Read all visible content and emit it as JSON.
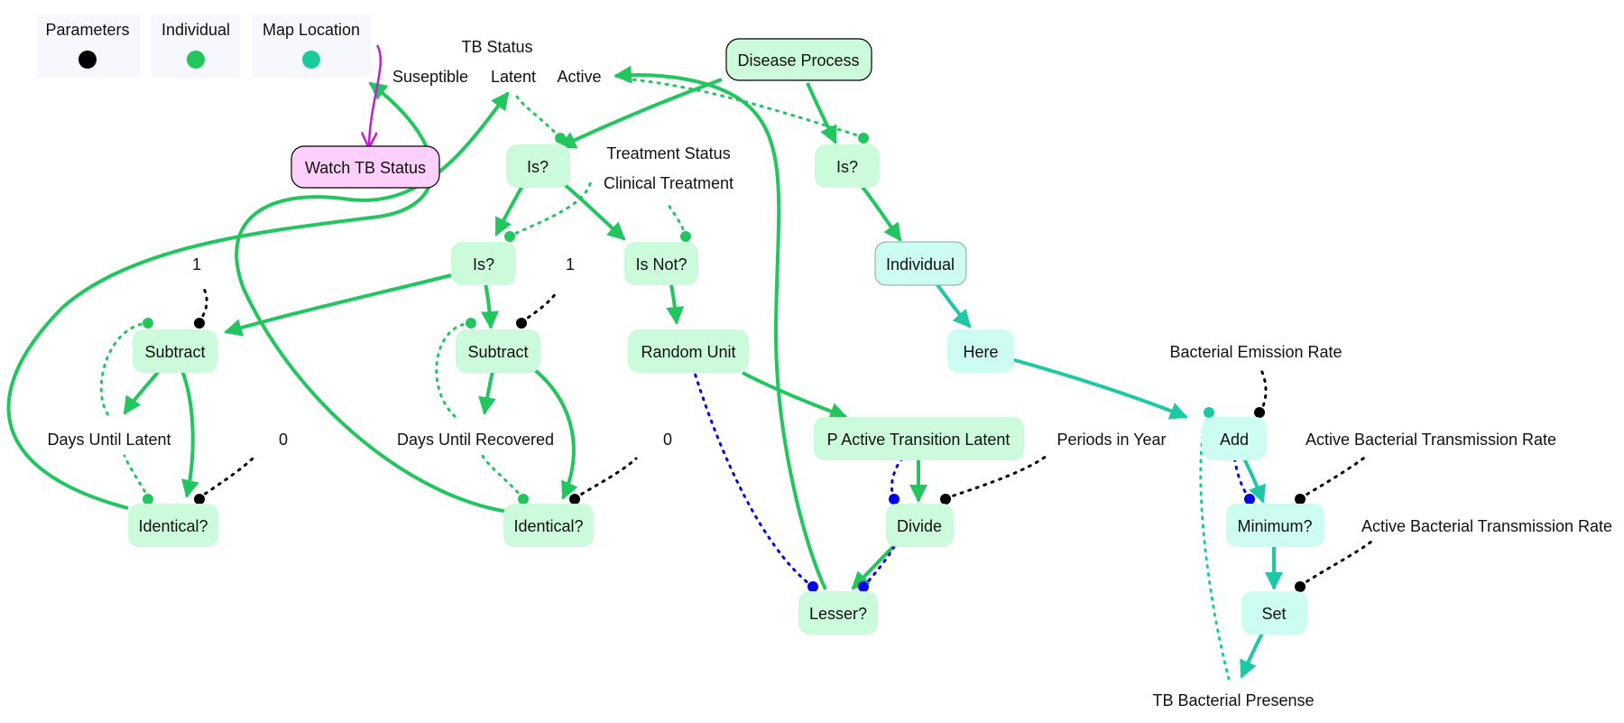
{
  "legend": [
    {
      "label": "Parameters",
      "color": "#000000"
    },
    {
      "label": "Individual",
      "color": "#22c55e"
    },
    {
      "label": "Map Location",
      "color": "#1dcaa0"
    }
  ],
  "colors": {
    "individual_edge": "#22c55e",
    "location_edge": "#1dc9a4",
    "parameter": "#000000",
    "blue": "#0000ee",
    "watch": "#c21fcf",
    "individual_fill": "#ccfbdc",
    "location_fill": "#ccfcf2",
    "watch_fill": "#fdd0fb"
  },
  "nodes": {
    "disease_process": "Disease Process",
    "watch_tb_status": "Watch TB Status",
    "is_1": "Is?",
    "is_2": "Is?",
    "is_3": "Is?",
    "is_not": "Is Not?",
    "subtract_1": "Subtract",
    "subtract_2": "Subtract",
    "random_unit": "Random Unit",
    "identical_1": "Identical?",
    "identical_2": "Identical?",
    "p_active": "P Active Transition Latent",
    "divide": "Divide",
    "lesser": "Lesser?",
    "individual": "Individual",
    "here": "Here",
    "add": "Add",
    "minimum": "Minimum?",
    "set": "Set"
  },
  "labels": {
    "tb_status": "TB Status",
    "susceptible": "Suseptible",
    "latent": "Latent",
    "active": "Active",
    "treatment_status": "Treatment Status",
    "clinical_treatment": "Clinical Treatment",
    "one_a": "1",
    "one_b": "1",
    "days_until_latent": "Days Until Latent",
    "days_until_recovered": "Days Until Recovered",
    "zero_a": "0",
    "zero_b": "0",
    "periods_in_year": "Periods in Year",
    "bacterial_emission_rate": "Bacterial Emission Rate",
    "active_bacterial_rate_1": "Active Bacterial Transmission Rate",
    "active_bacterial_rate_2": "Active Bacterial Transmission Rate",
    "tb_bacterial_presense": "TB Bacterial Presense"
  }
}
